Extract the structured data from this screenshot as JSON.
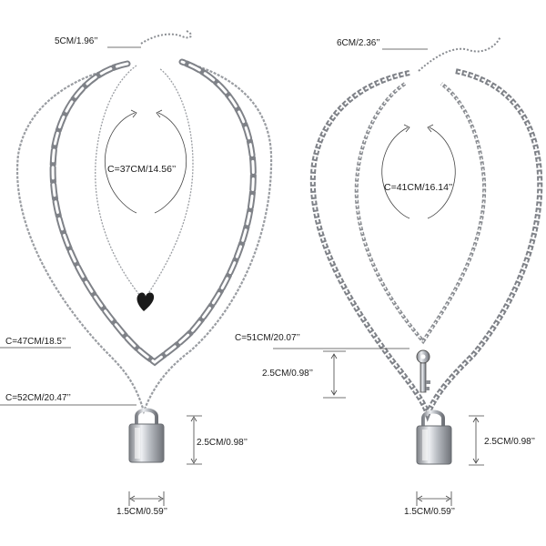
{
  "left_product": {
    "extender_label": "5CM/1.96’’",
    "inner_circumference_label": "C=37CM/14.56’’",
    "middle_circumference_label": "C=47CM/18.5’’",
    "outer_circumference_label": "C=52CM/20.47’’",
    "lock_height_label": "2.5CM/0.98’’",
    "lock_width_label": "1.5CM/0.59’’"
  },
  "right_product": {
    "extender_label": "6CM/2.36’’",
    "inner_circumference_label": "C=41CM/16.14’’",
    "outer_circumference_label": "C=51CM/20.07’’",
    "key_height_label": "2.5CM/0.98’’",
    "lock_height_label": "2.5CM/0.98’’",
    "lock_width_label": "1.5CM/0.59’’"
  },
  "colors": {
    "chain_metal": "#8a8d92",
    "chain_highlight": "#e4e6ea",
    "lock_body": "#b9bcc1",
    "dimension_line": "#444444"
  }
}
